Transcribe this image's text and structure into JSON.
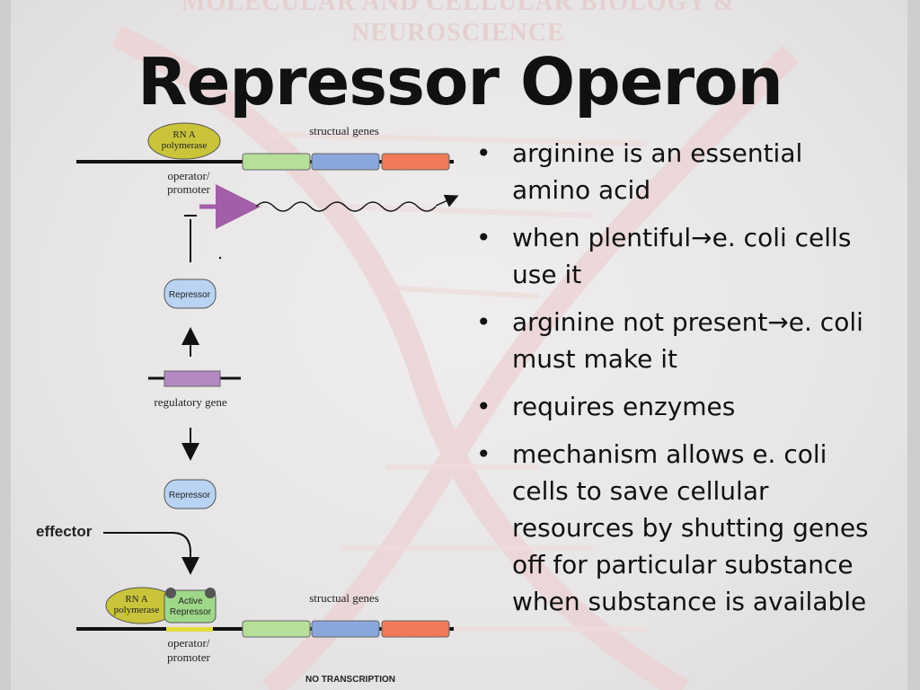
{
  "slide": {
    "background_header": [
      "MOLECULAR AND CELLULAR BIOLOGY &",
      "NEUROSCIENCE"
    ],
    "title": "Repressor Operon",
    "bullets": [
      "arginine is an essential amino acid",
      "when plentiful→e. coli cells use it",
      "arginine not present→e. coli must make it",
      "requires enzymes",
      "mechanism allows e. coli cells to save cellular resources by shutting genes off for particular substance when substance is available"
    ]
  },
  "diagram": {
    "top": {
      "rna_polymerase": [
        "RN A",
        "polymerase"
      ],
      "structural_genes": "structual genes",
      "operator_promoter": [
        "operator/",
        "promoter"
      ]
    },
    "repressor_1": "Repressor",
    "regulatory_gene": "regulatory gene",
    "repressor_2": "Repressor",
    "effector": "effector",
    "bottom": {
      "rna_polymerase": [
        "RN A",
        "polymerase"
      ],
      "active_repressor": [
        "Active",
        "Repressor"
      ],
      "structural_genes": "structual genes",
      "operator_promoter": [
        "operator/",
        "promoter"
      ],
      "no_transcription": "NO TRANSCRIPTION"
    }
  },
  "colors": {
    "rna_polymerase": "#c9c43a",
    "gene_green": "#b7df9a",
    "gene_blue": "#8aa7db",
    "gene_orange": "#f07a58",
    "regulatory_gene": "#b588c4",
    "repressor": "#b9d4f2",
    "active_repressor": "#9ed98a",
    "arrow_purple": "#a35ea8"
  },
  "icons": [
    "dna-helix-watermark"
  ]
}
